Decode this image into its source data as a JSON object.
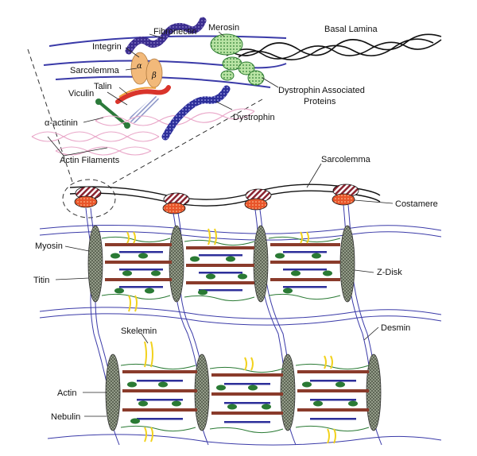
{
  "labels": {
    "fibronectin": "Fibronectin",
    "integrin": "Integrin",
    "sarcolemma_top": "Sarcolemma",
    "talin": "Talin",
    "viculin": "Viculin",
    "alpha_actinin": "α-actinin",
    "actin_filaments": "Actin Filaments",
    "merosin": "Merosin",
    "basal_lamina": "Basal Lamina",
    "dystrophin_associated": "Dystrophin Associated",
    "proteins": "Proteins",
    "dystrophin": "Dystrophin",
    "sarcolemma": "Sarcolemma",
    "costamere": "Costamere",
    "myosin": "Myosin",
    "titin": "Titin",
    "z_disk": "Z-Disk",
    "skelemin": "Skelemin",
    "desmin": "Desmin",
    "actin": "Actin",
    "nebulin": "Nebulin",
    "alpha": "α",
    "beta": "β"
  },
  "colors": {
    "membrane": "#3a3aa8",
    "fibronectin": "#3b2d8f",
    "integrin": "#f2b97a",
    "talin": "#d9342b",
    "viculin": "#2b7a3a",
    "actin_filament": "#e9a6c8",
    "merosin": "#8ccf6e",
    "dystrophin": "#2d2f9a",
    "costamere": "#e8552a",
    "myosin": "#8a3b2b",
    "zdisk": "#6e7a66",
    "skelemin": "#f2d21e",
    "desmin": "#3a3aa8",
    "actin": "#2a7a34",
    "nebulin": "#2d2f9a"
  }
}
